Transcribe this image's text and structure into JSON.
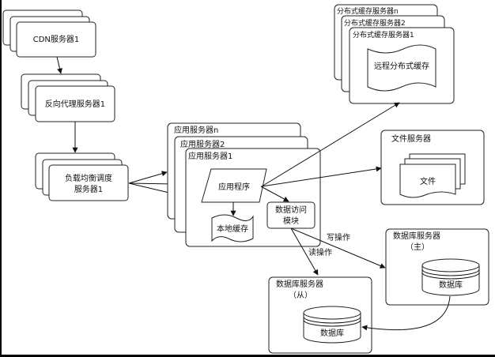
{
  "diagram": {
    "cdn": {
      "back_count": 2,
      "label": "CDN服务器1"
    },
    "reverse_proxy": {
      "back_count": 2,
      "label": "反向代理服务器1"
    },
    "load_balancer": {
      "back_count": 2,
      "label_line1": "负载均衡调度",
      "label_line2": "服务器1"
    },
    "app_servers": {
      "labels": [
        "应用服务器n",
        "应用服务器2",
        "应用服务器1"
      ],
      "app_program": "应用程序",
      "local_cache": "本地缓存",
      "data_access_line1": "数据访问",
      "data_access_line2": "模块"
    },
    "dist_cache": {
      "labels": [
        "分布式缓存服务器n",
        "分布式缓存服务器2",
        "分布式缓存服务器1"
      ],
      "remote_cache": "远程分布式缓存"
    },
    "file_server": {
      "title": "文件服务器",
      "file": "文件"
    },
    "db_master": {
      "title": "数据库服务器",
      "role": "（主）",
      "db": "数据库"
    },
    "db_slave": {
      "title": "数据库服务器",
      "role": "（从）",
      "db": "数据库"
    },
    "edge_labels": {
      "write": "写操作",
      "read": "读操作"
    }
  }
}
